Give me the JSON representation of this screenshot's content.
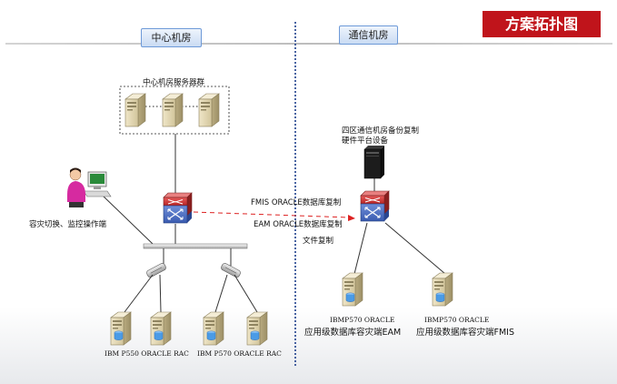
{
  "title": "方案拓扑图",
  "rooms": {
    "left": "中心机房",
    "right": "通信机房"
  },
  "labels": {
    "server_cluster": "中心机房服务器群",
    "operator": "容灾切换、监控操作端",
    "backup_line1": "四区通信机房备份复制",
    "backup_line2": "硬件平台设备",
    "fmis_link": "FMIS ORACLE数据库复制",
    "eam_link": "EAM ORACLE数据库复制",
    "file_link": "文件复制",
    "rac_left": "IBM P550 ORACLE RAC",
    "rac_right": "IBM P570 ORACLE RAC",
    "eam_model": "IBMP570 ORACLE",
    "eam_desc": "应用级数据库容灾端EAM",
    "fmis_model": "IBMP570 ORACLE",
    "fmis_desc": "应用级数据库容灾端FMIS"
  }
}
